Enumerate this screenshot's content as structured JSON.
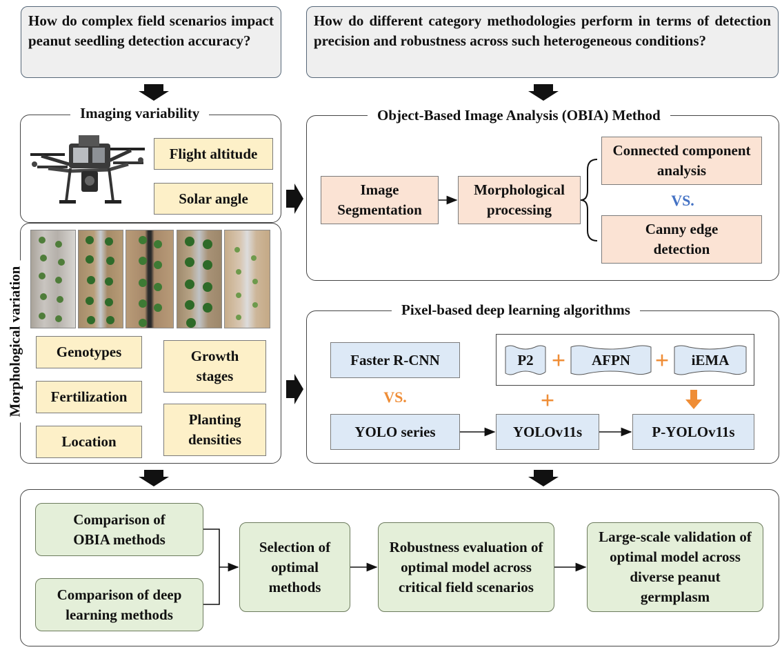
{
  "questions": {
    "q1": "How do complex field scenarios impact peanut seedling detection accuracy?",
    "q2": "How do different category methodologies perform in terms of detection precision and robustness across such heterogeneous conditions?"
  },
  "imaging": {
    "title": "Imaging variability",
    "flight_altitude": "Flight altitude",
    "solar_angle": "Solar angle"
  },
  "morphology": {
    "title": "Morphological variation",
    "genotypes": "Genotypes",
    "fertilization": "Fertilization",
    "location": "Location",
    "growth_stages": "Growth stages",
    "planting_densities": "Planting densities"
  },
  "obia": {
    "title": "Object-Based Image Analysis (OBIA) Method",
    "segmentation": "Image Segmentation",
    "morph_processing": "Morphological processing",
    "connected": "Connected component analysis",
    "vs": "VS.",
    "canny": "Canny edge detection"
  },
  "deep": {
    "title": "Pixel-based deep learning algorithms",
    "faster_rcnn": "Faster R-CNN",
    "vs": "VS.",
    "yolo_series": "YOLO series",
    "p2": "P2",
    "afpn": "AFPN",
    "iema": "iEMA",
    "plus": "+",
    "yolov11s": "YOLOv11s",
    "p_yolov11s": "P-YOLOv11s"
  },
  "workflow": {
    "compare_obia": "Comparison of OBIA methods",
    "compare_deep": "Comparison of deep learning methods",
    "selection": "Selection of optimal methods",
    "robustness": "Robustness evaluation of optimal model across critical field scenarios",
    "validation": "Large-scale validation of optimal model across diverse peanut germplasm"
  },
  "colors": {
    "vs_blue": "#4472c4",
    "vs_orange": "#ef8d36",
    "plus_orange": "#ef8d36"
  }
}
